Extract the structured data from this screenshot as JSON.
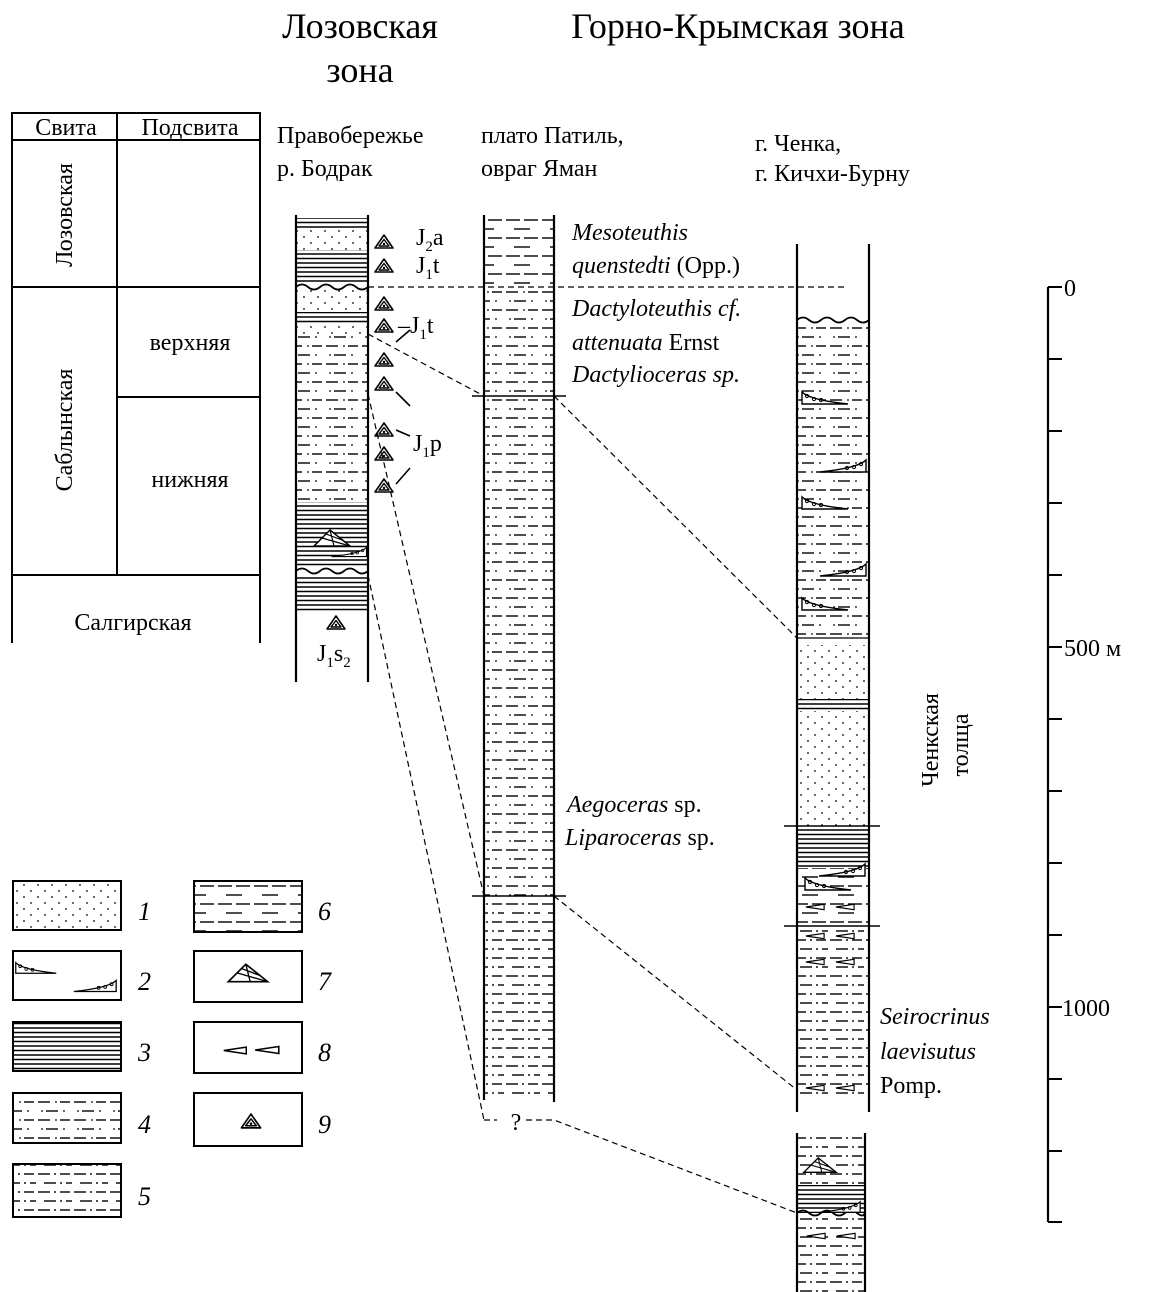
{
  "zones": {
    "lozovskaya_line1": "Лозовская",
    "lozovskaya_line2": "зона",
    "gorno_krymskaya": "Горно-Крымская зона"
  },
  "stratigraphy_table": {
    "col_svita": "Свита",
    "col_podsvita": "Подсвита",
    "lozovskaya": "Лозовская",
    "sablynskaya": "Саблынская",
    "upper": "верхняя",
    "lower": "нижняя",
    "salgirskaya": "Салгирская"
  },
  "sections": {
    "bodrak_line1": "Правобережье",
    "bodrak_line2": "р. Бодрак",
    "patil_line1": "плато Патиль,",
    "patil_line2": "овраг Яман",
    "chenka_line1": "г. Ченка,",
    "chenka_line2": "г. Кичхи-Бурну"
  },
  "age_labels": [
    {
      "main": "J",
      "sub": "2",
      "tail": "a"
    },
    {
      "main": "J",
      "sub": "1",
      "tail": "t"
    },
    {
      "main": "–J",
      "sub": "1",
      "tail": "t"
    },
    {
      "main": "J",
      "sub": "1",
      "tail": "p"
    },
    {
      "main": "J",
      "sub": "1",
      "tail": "s",
      "sub2": "2"
    }
  ],
  "fossils": {
    "mesoteuthis": "Mesoteuthis",
    "quenstedti": "quenstedti",
    "opp": "(Opp.)",
    "dactyloteuthis": "Dactyloteuthis cf.",
    "attenuata": "attenuata",
    "ernst": "Ernst",
    "dactylioceras": "Dactylioceras sp.",
    "aegoceras": "Aegoceras",
    "aegoceras_sp": "sp.",
    "liparoceras": "Liparoceras",
    "liparoceras_sp": "sp.",
    "seirocrinus": "Seirocrinus",
    "laevisutus": "laevisutus",
    "pomp": "Pomp."
  },
  "unknown_mark": "?",
  "formation_label_line1": "Ченкская",
  "formation_label_line2": "толща",
  "scale": {
    "ticks": [
      "0",
      "500 м",
      "1000"
    ]
  },
  "legend": {
    "numbers": [
      "1",
      "2",
      "3",
      "4",
      "5",
      "6",
      "7",
      "8",
      "9"
    ]
  }
}
